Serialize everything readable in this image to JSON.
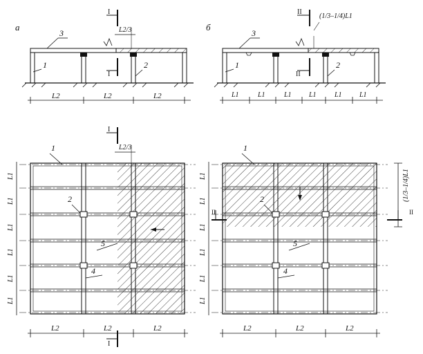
{
  "panels": {
    "a": {
      "letter": "а"
    },
    "b": {
      "letter": "б"
    }
  },
  "labels": {
    "n1": "1",
    "n2": "2",
    "n3": "3",
    "n4": "4",
    "n5": "5",
    "L1": "L1",
    "L2": "L2",
    "L1sub": "1",
    "L2sub": "2",
    "L2_3": "L2/3",
    "frac": "(1/3–1/4)",
    "frac_L1": "L1",
    "sec_I": "I",
    "sec_II": "II"
  }
}
